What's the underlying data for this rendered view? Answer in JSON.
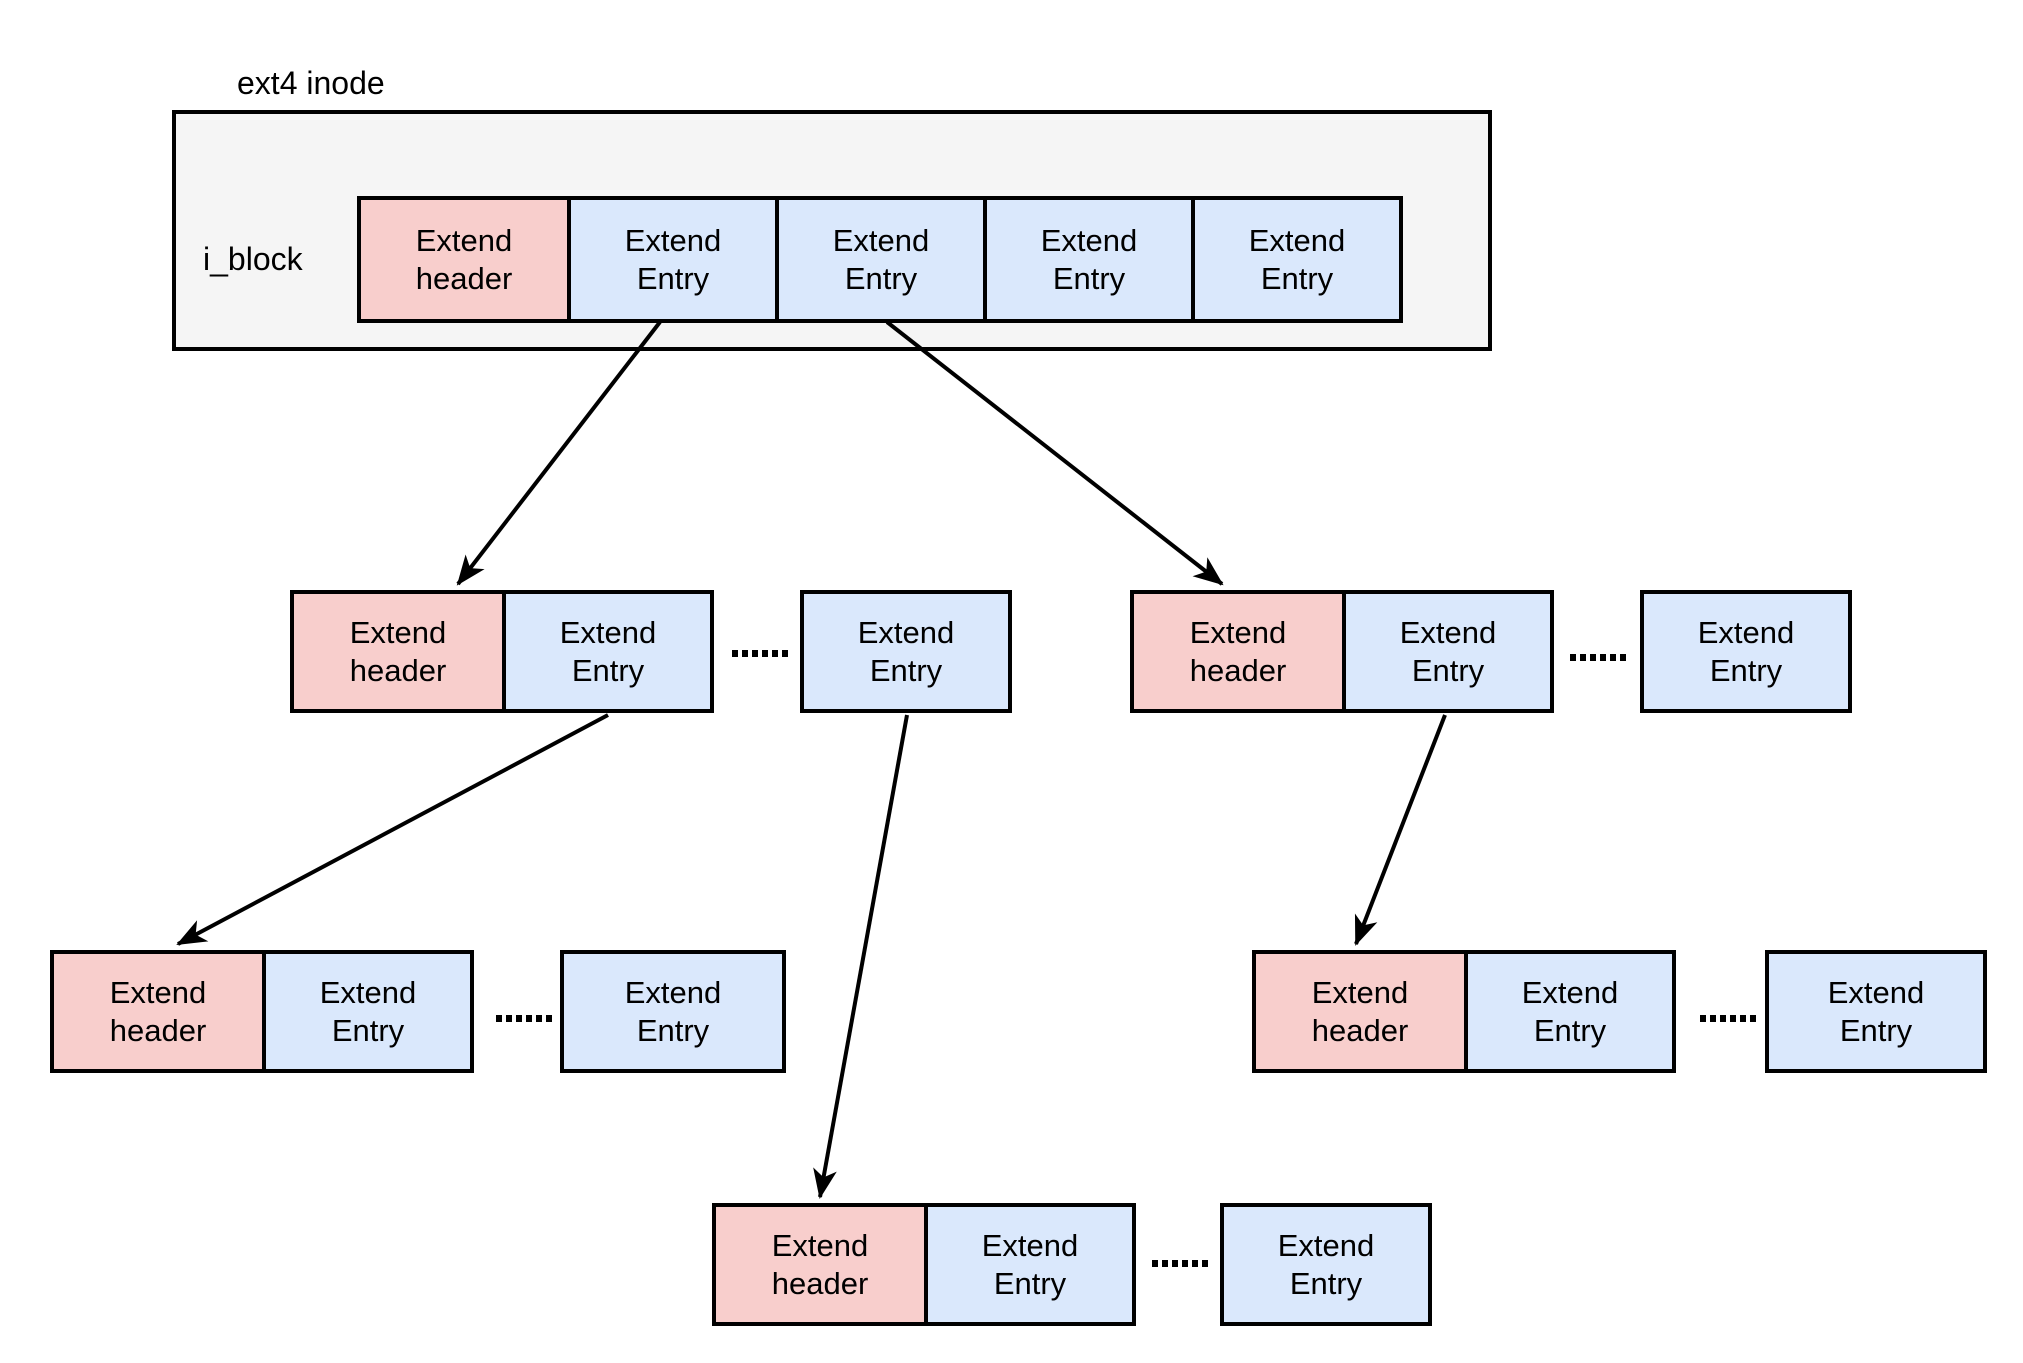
{
  "diagram": {
    "inode": {
      "title": "ext4 inode",
      "field_label": "i_block",
      "cells": [
        "Extend header",
        "Extend Entry",
        "Extend Entry",
        "Extend Entry",
        "Extend Entry"
      ]
    },
    "nodes": [
      {
        "name": "index-node-left",
        "header": "Extend header",
        "entry": "Extend Entry",
        "dots": "......",
        "extra_entry": "Extend Entry"
      },
      {
        "name": "index-node-right",
        "header": "Extend header",
        "entry": "Extend Entry",
        "dots": "......",
        "extra_entry": "Extend Entry"
      },
      {
        "name": "leaf-node-left",
        "header": "Extend header",
        "entry": "Extend Entry",
        "dots": "......",
        "extra_entry": "Extend Entry"
      },
      {
        "name": "leaf-node-right",
        "header": "Extend header",
        "entry": "Extend Entry",
        "dots": "......",
        "extra_entry": "Extend Entry"
      },
      {
        "name": "leaf-node-center",
        "header": "Extend header",
        "entry": "Extend Entry",
        "dots": "......",
        "extra_entry": "Extend Entry"
      }
    ],
    "arrows": [
      {
        "from": "inode-extend-entry-1",
        "to": "index-node-left"
      },
      {
        "from": "inode-extend-entry-2",
        "to": "index-node-right"
      },
      {
        "from": "index-node-left-entry",
        "to": "leaf-node-left"
      },
      {
        "from": "index-node-left-extra-entry",
        "to": "leaf-node-center"
      },
      {
        "from": "index-node-right-entry",
        "to": "leaf-node-right"
      }
    ],
    "colors": {
      "header_fill": "#f8cecc",
      "entry_fill": "#dae8fc",
      "inode_fill": "#f5f5f5",
      "border": "#000000"
    }
  }
}
